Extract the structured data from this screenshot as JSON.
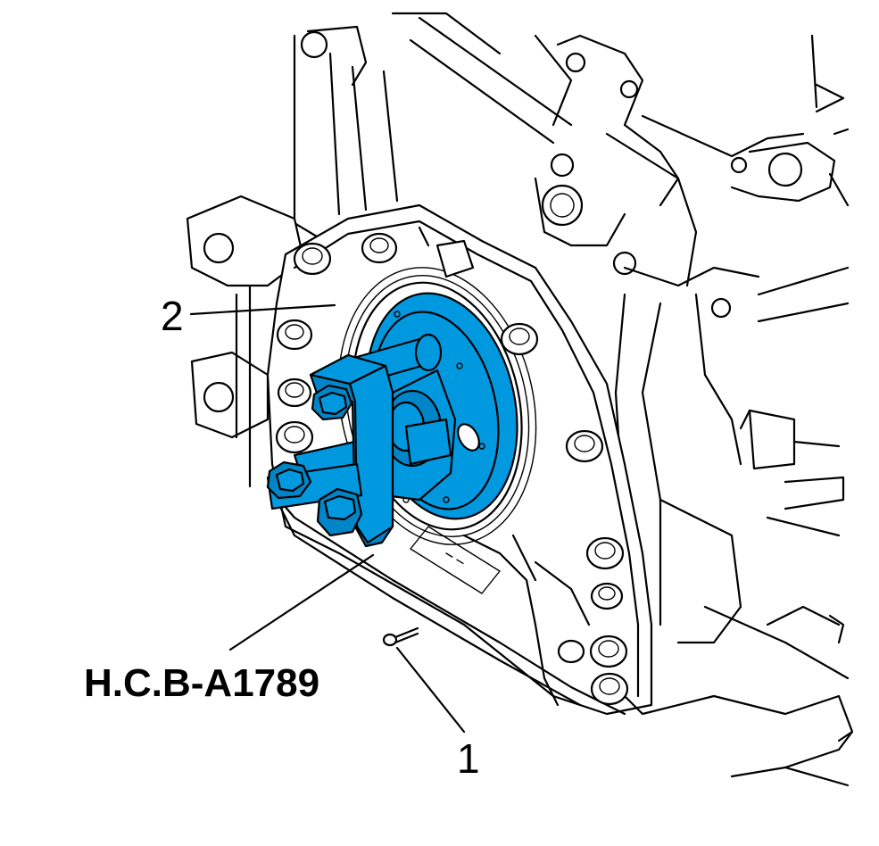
{
  "callouts": {
    "one": "1",
    "two": "2",
    "tool": "H.C.B-A1789"
  },
  "colors": {
    "tool_fill": "#0099e0",
    "line": "#000000",
    "background": "#ffffff"
  }
}
